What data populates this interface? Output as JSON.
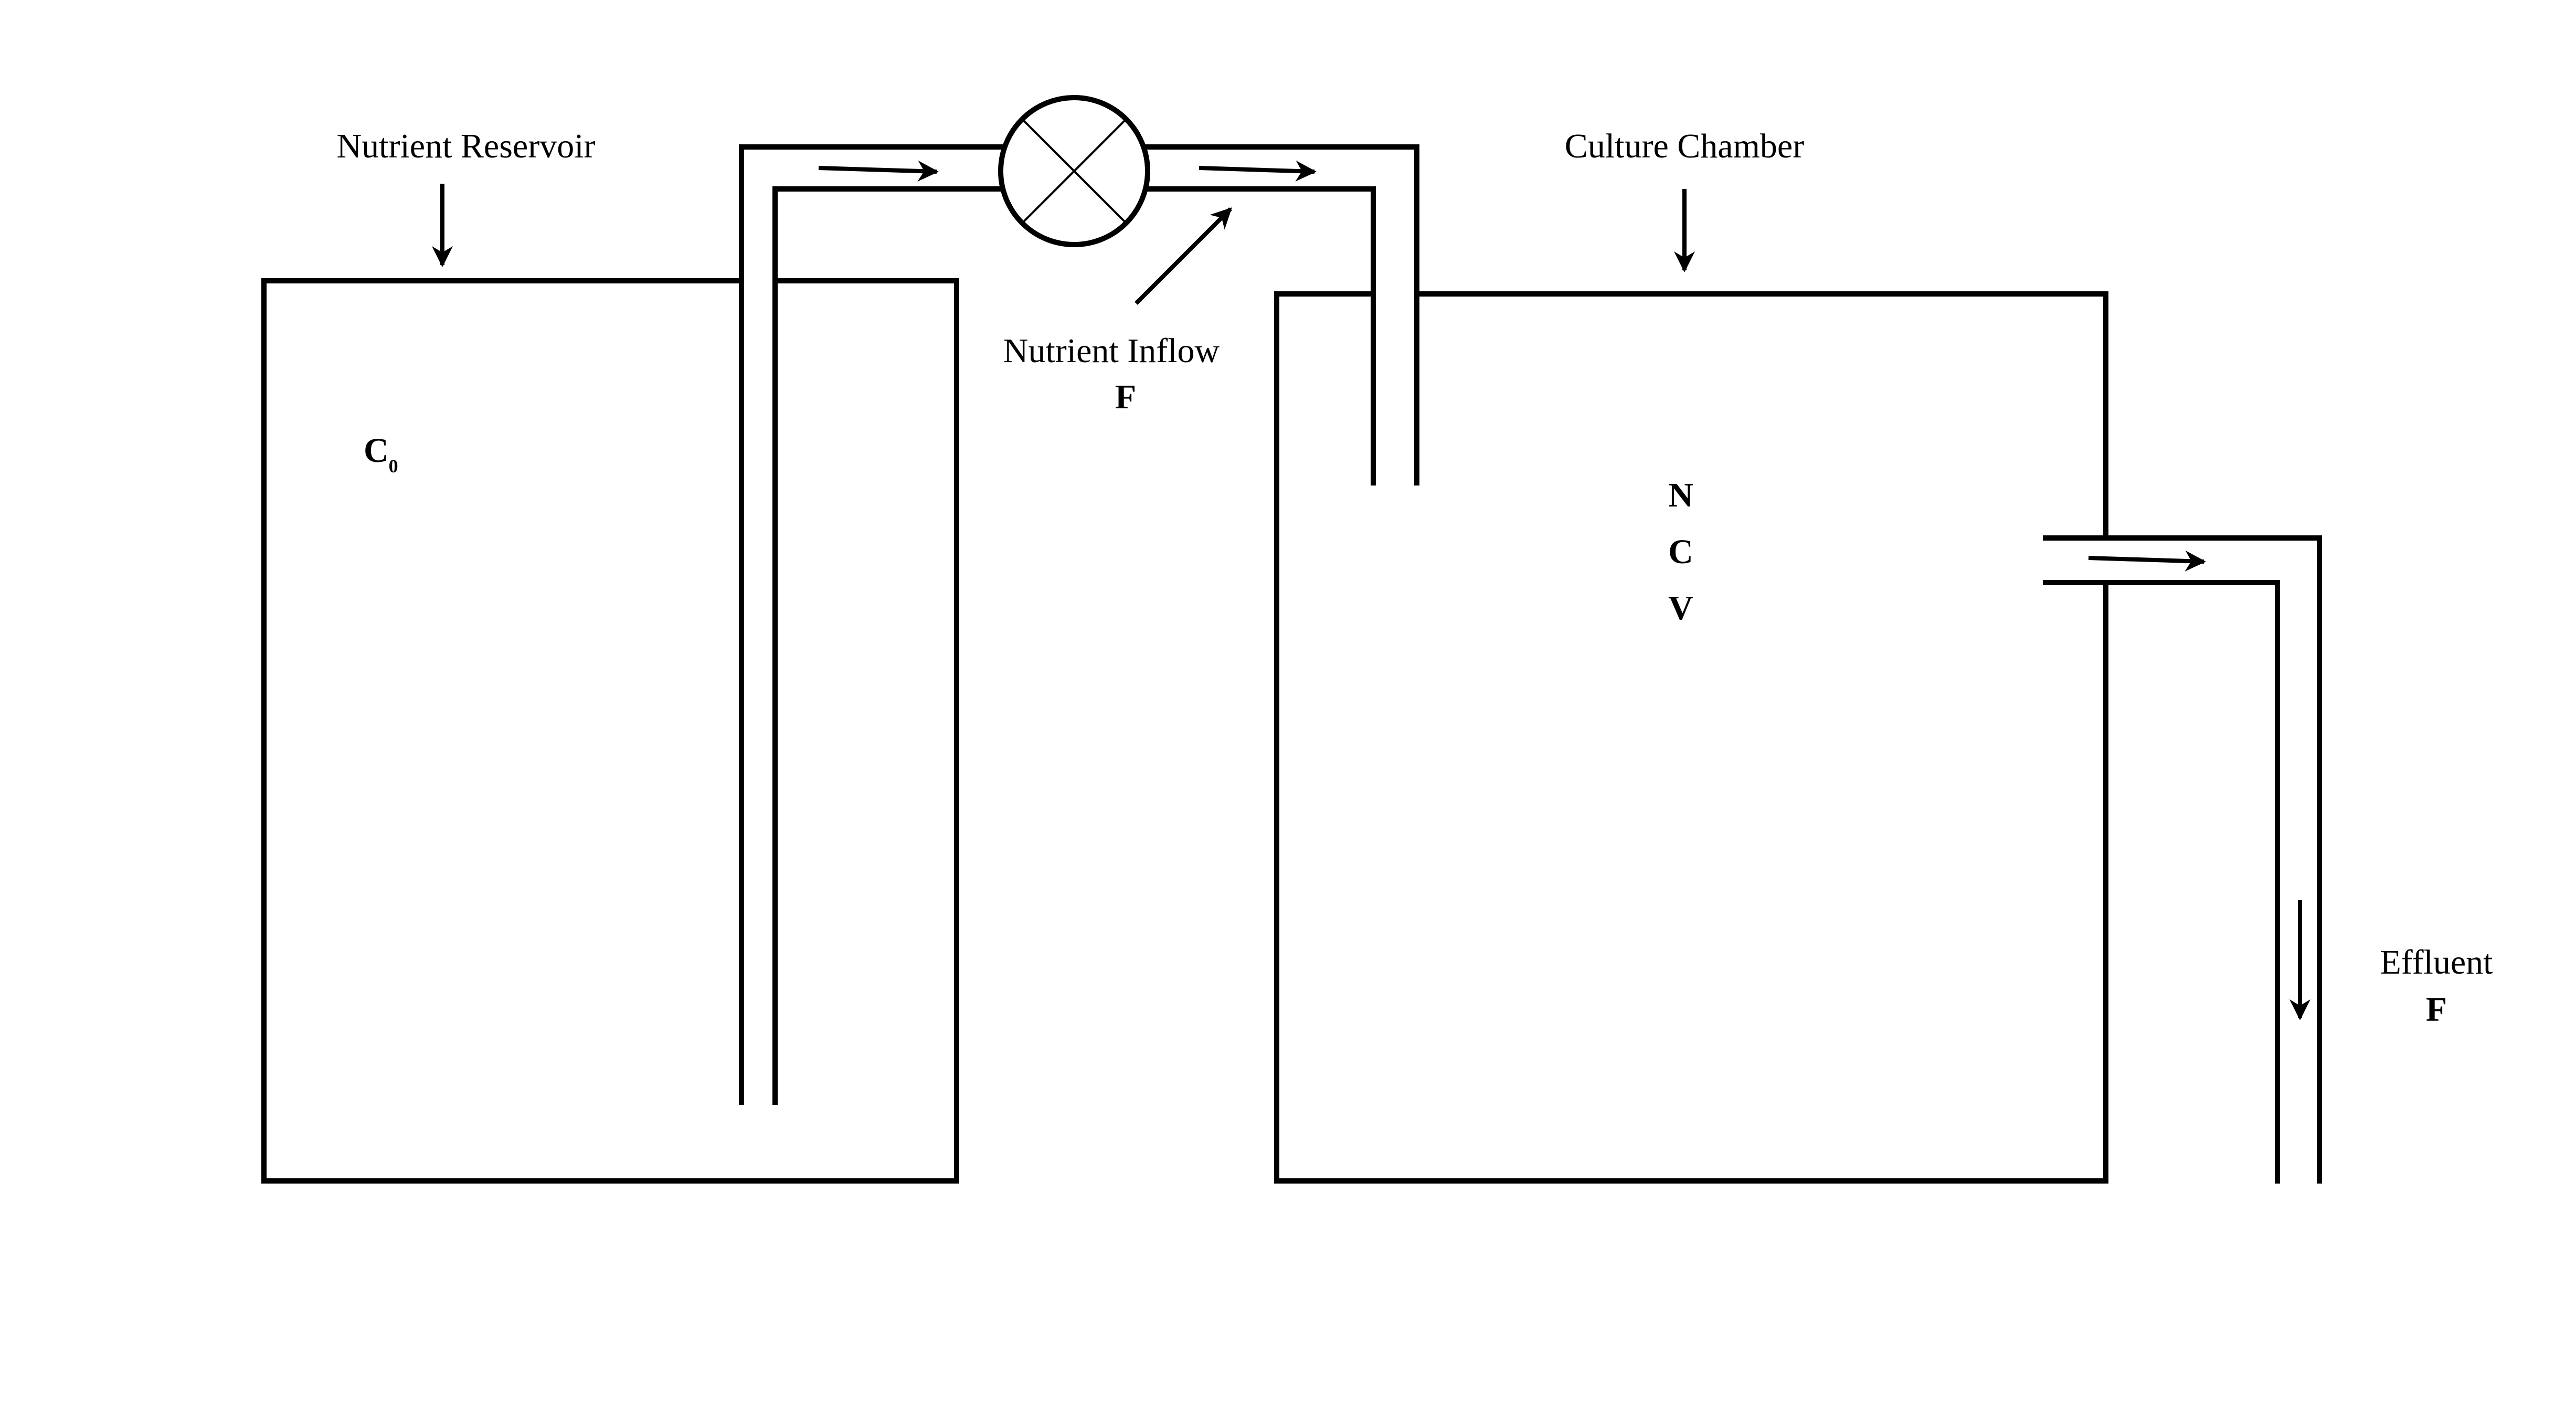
{
  "labels": {
    "reservoir": "Nutrient Reservoir",
    "reservoir_concentration_main": "C",
    "reservoir_concentration_sub": "0",
    "chamber": "Culture Chamber",
    "chamber_vars": [
      "N",
      "C",
      "V"
    ],
    "inflow": "Nutrient Inflow",
    "inflow_rate": "F",
    "effluent": "Effluent",
    "effluent_rate": "F"
  },
  "components": {
    "pump_icon": "circle-x-pump-icon",
    "flow_arrow_icon": "arrow-right-icon"
  },
  "colors": {
    "line": "#000000",
    "background": "#ffffff"
  }
}
